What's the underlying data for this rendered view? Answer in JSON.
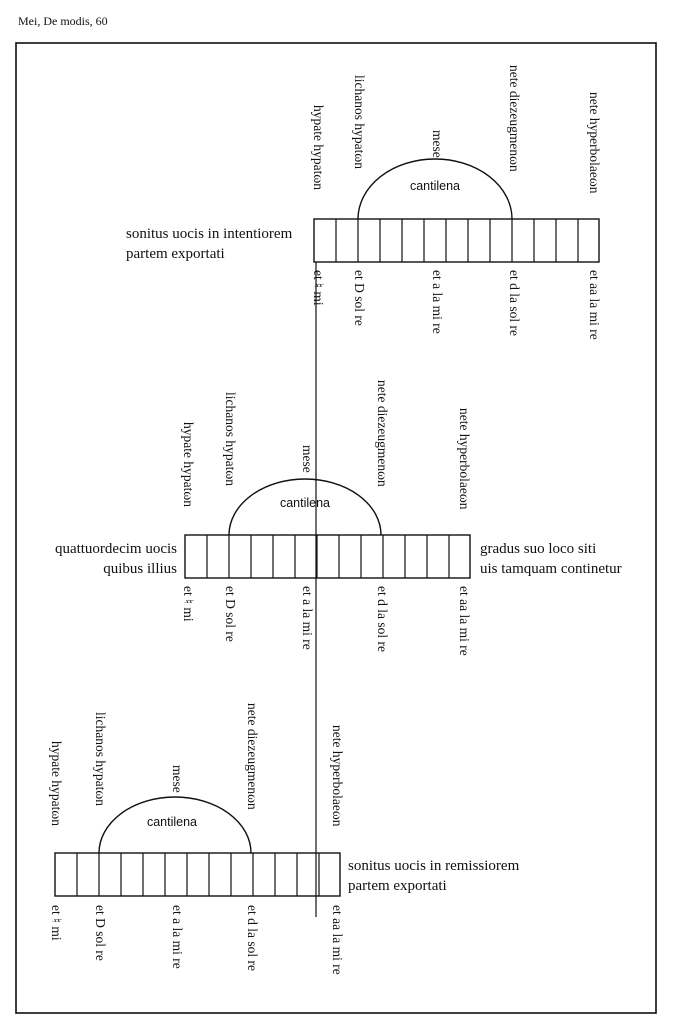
{
  "header": "Mei, De modis, 60",
  "cantilena_label": "cantilena",
  "greek_names": [
    "hypate hypatωn",
    "lichanos hypatωn",
    "mese",
    "nete diezeugmenωn",
    "nete hyperbolaeωn"
  ],
  "syllables": [
    "et ♮ mi",
    "et D sol re",
    "et a la mi re",
    "et d la sol re",
    "et aa la mi re"
  ],
  "staves": [
    {
      "id": "upper",
      "side_text": [
        "sonitus uocis in intentiorem",
        "partem exportati"
      ],
      "side_align": "left"
    },
    {
      "id": "middle",
      "side_text_left": [
        "quattuordecim uocis",
        "quibus illius"
      ],
      "side_text_right": [
        "gradus suo loco siti",
        "uis tamquam continetur"
      ]
    },
    {
      "id": "lower",
      "side_text": [
        "sonitus uocis in remissiorem",
        "partem exportati"
      ],
      "side_align": "right"
    }
  ]
}
